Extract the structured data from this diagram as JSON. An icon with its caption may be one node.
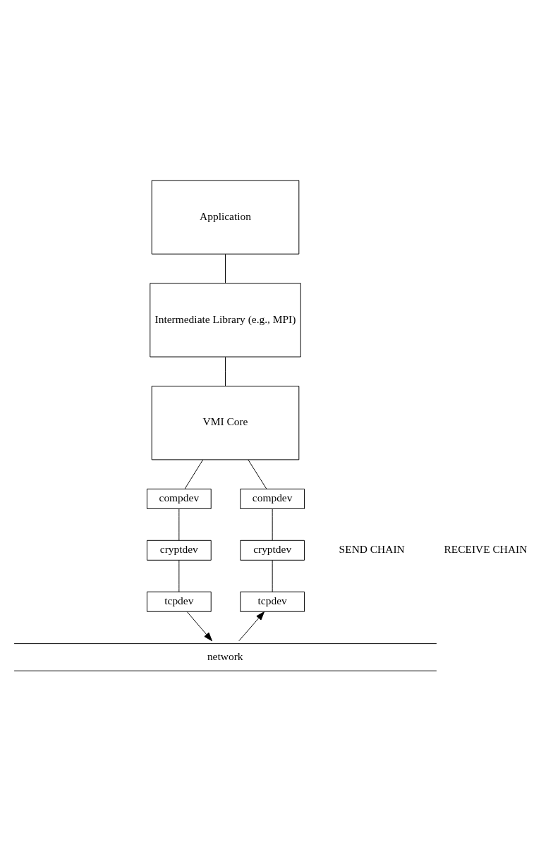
{
  "diagram": {
    "nodes": [
      {
        "text": [
          "Application"
        ]
      },
      {
        "text": [
          "Intermediate Library (e.g., MPI)"
        ]
      },
      {
        "text": [
          "VMI Core"
        ]
      },
      {
        "text": [
          "compdev"
        ]
      },
      {
        "text": [
          "compdev"
        ]
      },
      {
        "text": [
          "cryptdev"
        ]
      },
      {
        "text": [
          "cryptdev"
        ]
      },
      {
        "text": [
          "tcpdev"
        ]
      },
      {
        "text": [
          "tcpdev"
        ]
      },
      {
        "text": [
          "network"
        ]
      }
    ],
    "edges": [
      {
        "from": 0,
        "to": 1,
        "arrow": "none"
      },
      {
        "from": 1,
        "to": 2,
        "arrow": "none"
      },
      {
        "from": 2,
        "to": 3,
        "arrow": "none"
      },
      {
        "from": 2,
        "to": 4,
        "arrow": "none"
      },
      {
        "from": 3,
        "to": 5,
        "arrow": "none"
      },
      {
        "from": 4,
        "to": 6,
        "arrow": "none"
      },
      {
        "from": 5,
        "to": 7,
        "arrow": "none"
      },
      {
        "from": 6,
        "to": 8,
        "arrow": "none"
      },
      {
        "from": 7,
        "to": 9,
        "arrow": "to"
      },
      {
        "from": 9,
        "to": 8,
        "arrow": "to"
      }
    ],
    "labels": [
      "SEND CHAIN",
      "RECEIVE CHAIN"
    ]
  }
}
